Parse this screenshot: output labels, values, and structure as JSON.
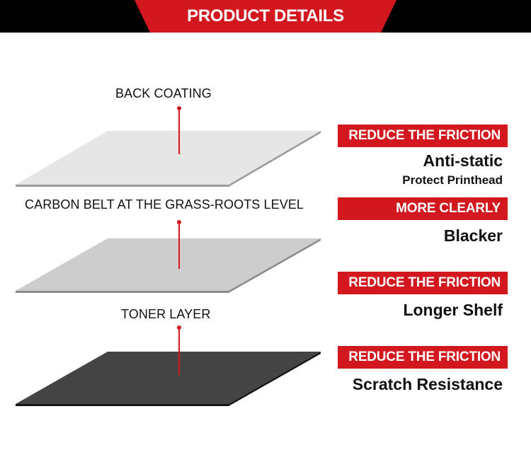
{
  "header": {
    "title": "PRODUCT DETAILS"
  },
  "layers": [
    {
      "label": "BACK COATING",
      "badge": "REDUCE THE FRICTION",
      "benefit": "Anti-static",
      "sub_benefit": "Protect Printhead",
      "colors": {
        "top": "#e6e6e6",
        "edge": "#9a9a9a"
      }
    },
    {
      "label": "CARBON BELT AT THE GRASS-ROOTS LEVEL",
      "badge": "MORE CLEARLY",
      "benefit": "Blacker",
      "colors": {
        "top": "#cdcdcd",
        "edge": "#8a8a8a"
      }
    },
    {
      "label": "TONER LAYER",
      "badge": "REDUCE THE FRICTION",
      "benefit": "Longer Shelf",
      "colors": {
        "top": "#444444",
        "edge": "#151515"
      }
    },
    {
      "badge": "REDUCE THE FRICTION",
      "benefit": "Scratch Resistance"
    }
  ],
  "colors": {
    "accent": "#d2181e",
    "header_bar": "#000000",
    "text": "#111111"
  }
}
